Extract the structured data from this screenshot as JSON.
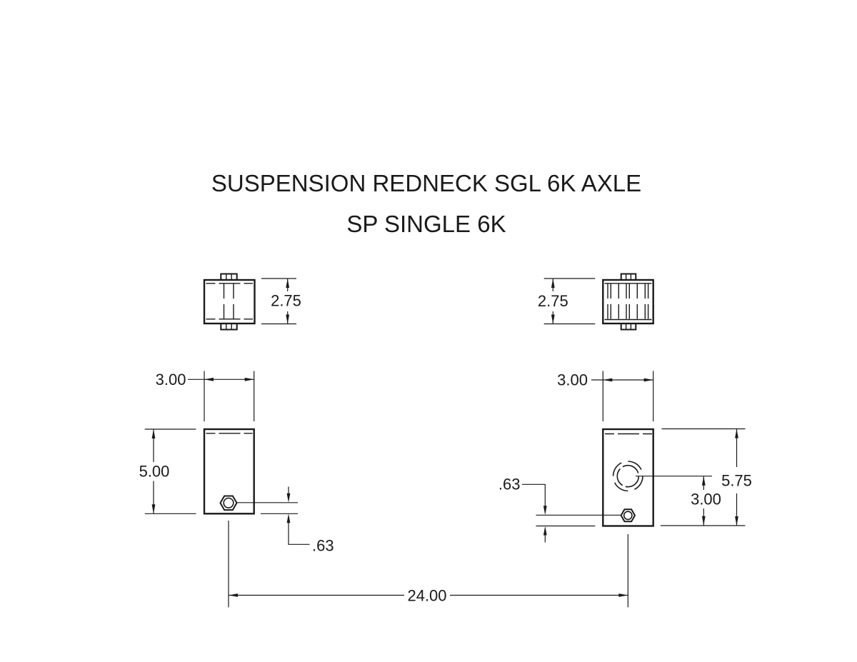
{
  "title": {
    "line1": "SUSPENSION REDNECK SGL 6K AXLE",
    "line2": "SP SINGLE 6K"
  },
  "colors": {
    "line": "#1a1a1a",
    "background": "#ffffff"
  },
  "views": {
    "left_hanger_top": {
      "height_dim": "2.75"
    },
    "right_hanger_top": {
      "height_dim": "2.75"
    },
    "left_hanger_front": {
      "width_dim": "3.00",
      "height_dim": "5.00",
      "bolt_offset_dim": ".63"
    },
    "right_hanger_front": {
      "width_dim": "3.00",
      "height_dim": "5.75",
      "axle_center_dim": "3.00",
      "bolt_offset_dim": ".63"
    }
  },
  "overall": {
    "hanger_spacing_dim": "24.00"
  }
}
